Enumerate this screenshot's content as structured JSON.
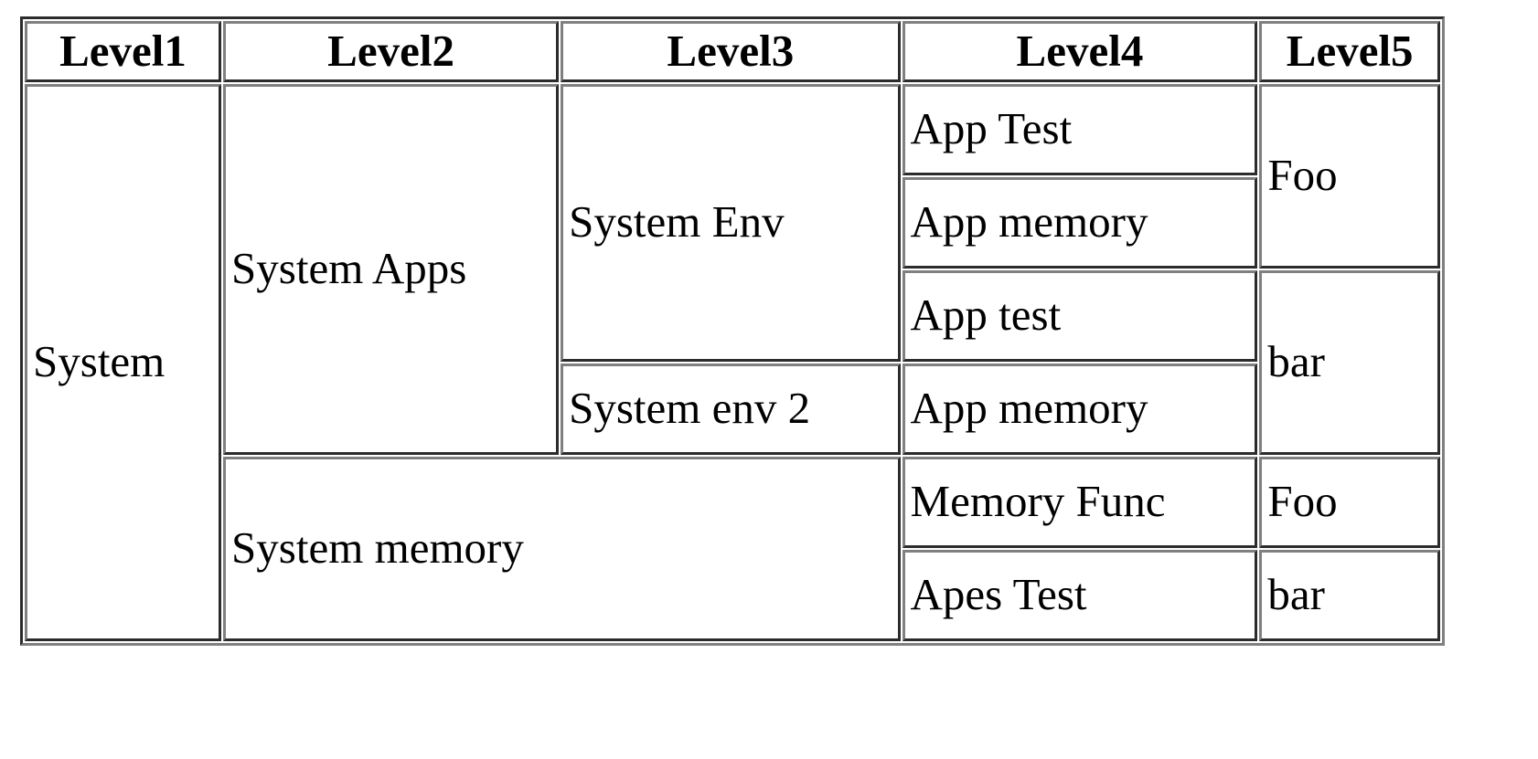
{
  "table": {
    "headers": [
      {
        "label": "Level1"
      },
      {
        "label": "Level2"
      },
      {
        "label": "Level3"
      },
      {
        "label": "Level4"
      },
      {
        "label": "Level5"
      }
    ],
    "cells": {
      "system": "System",
      "system_apps": "System Apps",
      "system_env": "System Env",
      "system_env_2": "System env 2",
      "system_memory": "System memory",
      "app_test_1": "App Test",
      "app_memory_1": "App memory",
      "app_test_2": "App test",
      "app_memory_2": "App memory",
      "memory_func": "Memory Func",
      "apes_test": "Apes Test",
      "foo_1": "Foo",
      "bar_1": "bar",
      "foo_2": "Foo",
      "bar_2": "bar"
    },
    "spans": {
      "system": {
        "rowspan": 6
      },
      "system_apps": {
        "rowspan": 4
      },
      "system_env": {
        "rowspan": 3
      },
      "system_memory": {
        "colspan": 2,
        "rowspan": 2
      },
      "foo_1": {
        "rowspan": 2
      },
      "bar_1": {
        "rowspan": 2
      }
    },
    "colors": {
      "text": "#000000",
      "background": "#ffffff",
      "border_light": "#c0c0c0",
      "border_dark": "#2b2b2b",
      "border_mid": "#808080"
    }
  }
}
